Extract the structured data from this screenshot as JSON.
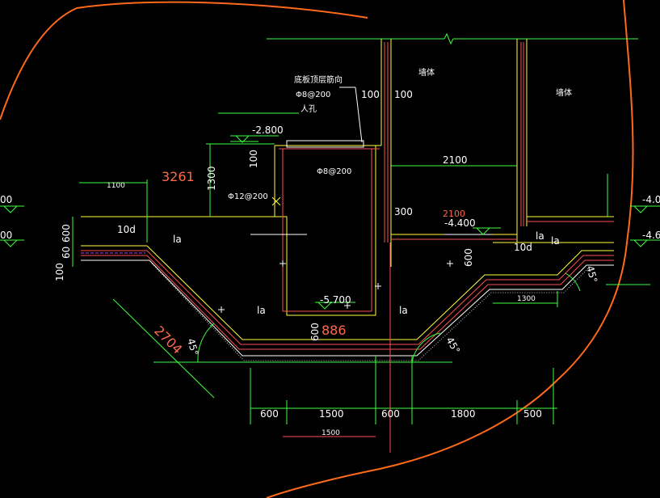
{
  "elevations": {
    "top_left": "-2.800",
    "mid_right": "-4.400",
    "pit_bottom": "-5.700",
    "right_edge_1": "-4.0",
    "right_edge_2": "-4.6",
    "left_edge_1": "00",
    "left_edge_2": "00"
  },
  "notes": {
    "top_note": "底板顶层筋向",
    "rebar_top": "Φ8@200",
    "rebar_mid": "Φ8@200",
    "rebar_left": "Φ12@200",
    "person": "人孔",
    "wall_label_left": "墙体",
    "wall_label_right": "墙体"
  },
  "dimensions": {
    "d100_left": "100",
    "d100_right": "100",
    "d2100": "2100",
    "d2100_red": "2100",
    "d300": "300",
    "d1300": "1300",
    "d100_v": "100",
    "d600_left": "600",
    "d60_left": "60",
    "d100_left_v": "100",
    "d600_right": "600",
    "d600_pit": "600",
    "d3261": "3261",
    "d2704": "2704",
    "d886": "886",
    "d1100": "1100",
    "d1300_small": "1300",
    "d1500_small": "1500",
    "bottom": [
      "600",
      "1500",
      "600",
      "1800",
      "500"
    ]
  },
  "labels": {
    "la": "la",
    "ten_d": "10d",
    "angle": "45°"
  }
}
